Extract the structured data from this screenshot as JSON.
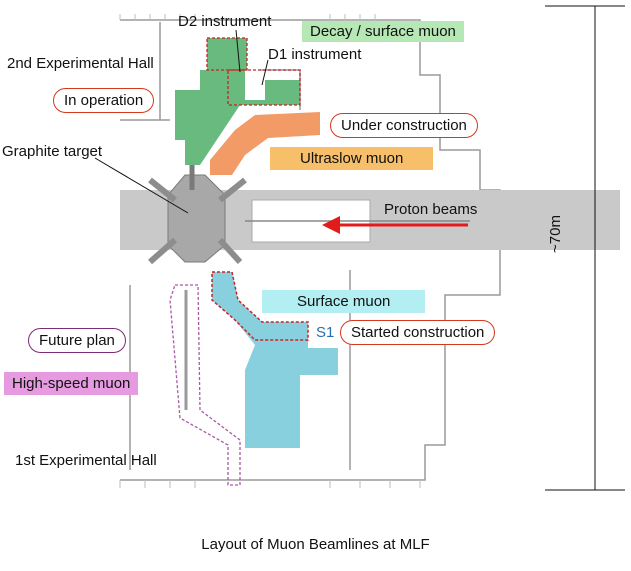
{
  "labels": {
    "d2_instrument": "D2 instrument",
    "d1_instrument": "D1 instrument",
    "second_hall": "2nd Experimental Hall",
    "first_hall": "1st Experimental Hall",
    "graphite_target": "Graphite target",
    "proton_beams": "Proton beams",
    "s1": "S1",
    "distance": "~70m",
    "caption": "Layout of Muon Beamlines at MLF"
  },
  "beamlines": {
    "decay_surface": "Decay / surface muon",
    "ultraslow": "Ultraslow muon",
    "surface": "Surface muon",
    "high_speed": "High-speed muon"
  },
  "status": {
    "in_operation": "In operation",
    "under_construction": "Under construction",
    "started_construction": "Started construction",
    "future_plan": "Future plan"
  },
  "colors": {
    "decay_surface": "#b5e8b5",
    "ultraslow": "#f7bf6a",
    "surface": "#b2eef2",
    "high_speed": "#e69be0",
    "operation_zone": "#3fa65a",
    "construction_zone": "#f08a4b",
    "surface_zone": "#6cc4d6",
    "pill_red_border": "#d4391f",
    "pill_purple_border": "#7b2b79",
    "proton_arrow": "#e21b1b",
    "s1_text": "#2b6db3"
  }
}
